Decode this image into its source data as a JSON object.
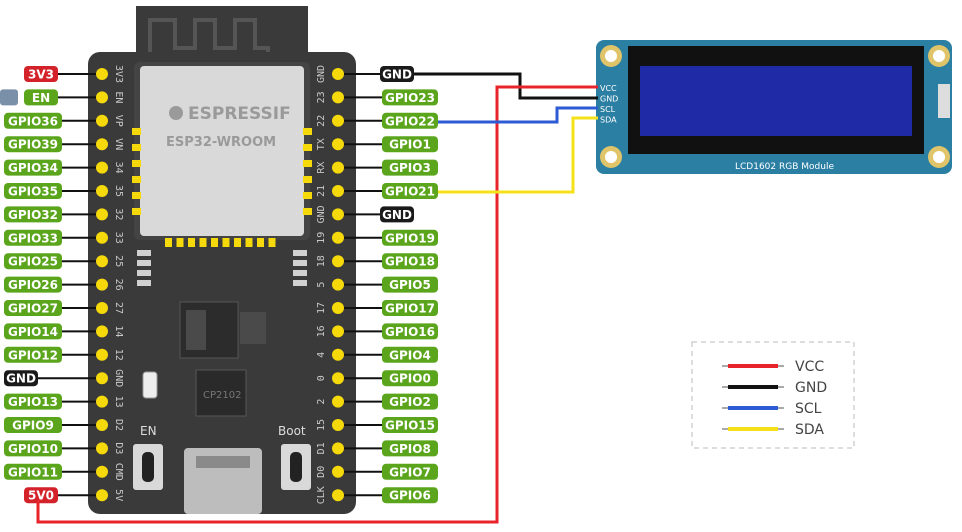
{
  "module": {
    "brand": "ESPRESSIF",
    "model": "ESP32-WROOM",
    "usb_chip": "CP2102",
    "button_en": "EN",
    "button_boot": "Boot"
  },
  "board_pins_left": [
    "3V3",
    "EN",
    "VP",
    "VN",
    "34",
    "35",
    "32",
    "33",
    "25",
    "26",
    "27",
    "14",
    "12",
    "GND",
    "13",
    "D2",
    "D3",
    "CMD",
    "5V"
  ],
  "board_pins_right": [
    "GND",
    "23",
    "22",
    "TX",
    "RX",
    "21",
    "GND",
    "19",
    "18",
    "5",
    "17",
    "16",
    "4",
    "0",
    "2",
    "15",
    "D1",
    "D0",
    "CLK"
  ],
  "left_labels": [
    "3V3",
    "EN",
    "GPIO36",
    "GPIO39",
    "GPIO34",
    "GPIO35",
    "GPIO32",
    "GPIO33",
    "GPIO25",
    "GPIO26",
    "GPIO27",
    "GPIO14",
    "GPIO12",
    "GND",
    "GPIO13",
    "GPIO9",
    "GPIO10",
    "GPIO11",
    "5V0"
  ],
  "right_labels": [
    "GND",
    "GPIO23",
    "GPIO22",
    "GPIO1",
    "GPIO3",
    "GPIO21",
    "GND",
    "GPIO19",
    "GPIO18",
    "GPIO5",
    "GPIO17",
    "GPIO16",
    "GPIO4",
    "GPIO0",
    "GPIO2",
    "GPIO15",
    "GPIO8",
    "GPIO7",
    "GPIO6"
  ],
  "lcd": {
    "pins": [
      "VCC",
      "GND",
      "SCL",
      "SDA"
    ],
    "caption": "LCD1602 RGB Module"
  },
  "legend": [
    {
      "label": "VCC",
      "color": "#e8232a"
    },
    {
      "label": "GND",
      "color": "#111111"
    },
    {
      "label": "SCL",
      "color": "#2d5bd6"
    },
    {
      "label": "SDA",
      "color": "#f5e11a"
    }
  ],
  "colors": {
    "board": "#3a3a3a",
    "gpio_label": "#5aa51c",
    "power_label": "#d3222a",
    "gnd_label": "#1a1a1a",
    "en_label": "#5aa51c",
    "pin": "#f5d90a",
    "lcd_pcb": "#2b7fa3",
    "lcd_screen": "#1f2aa6"
  }
}
